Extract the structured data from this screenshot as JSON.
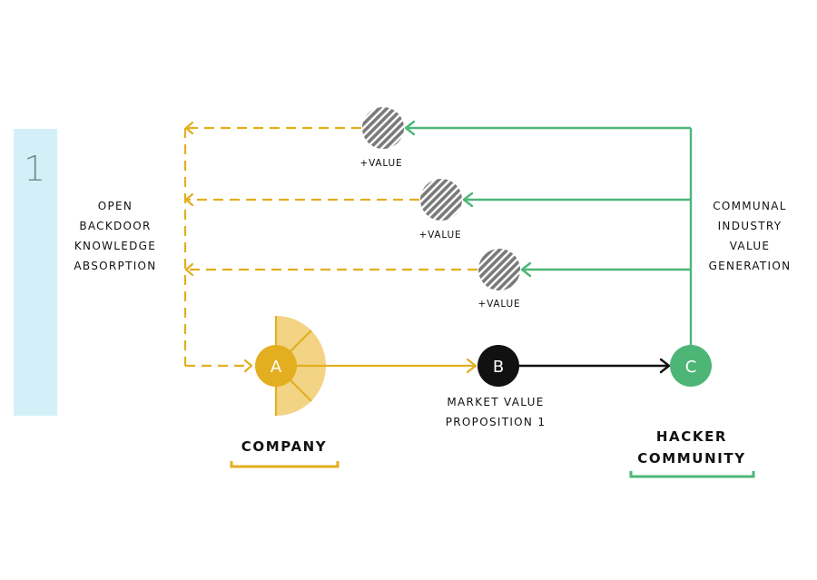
{
  "step_number": "1",
  "left_label_lines": [
    "OPEN",
    "BACKDOOR",
    "KNOWLEDGE",
    "ABSORPTION"
  ],
  "right_label_lines": [
    "COMMUNAL",
    "INDUSTRY",
    "VALUE",
    "GENERATION"
  ],
  "value_badge_label": "+VALUE",
  "nodes": {
    "a": {
      "letter": "A"
    },
    "b": {
      "letter": "B"
    },
    "c": {
      "letter": "C"
    }
  },
  "market_label_lines": [
    "MARKET VALUE",
    "PROPOSITION 1"
  ],
  "company_label": "COMPANY",
  "community_label_lines": [
    "HACKER",
    "COMMUNITY"
  ],
  "colors": {
    "company": "#E3AE1F",
    "company_fan": "#F2D484",
    "community": "#4DB677",
    "market": "#111111",
    "step_bar": "#D3F0F9",
    "hatch": "#7a7a7a"
  }
}
